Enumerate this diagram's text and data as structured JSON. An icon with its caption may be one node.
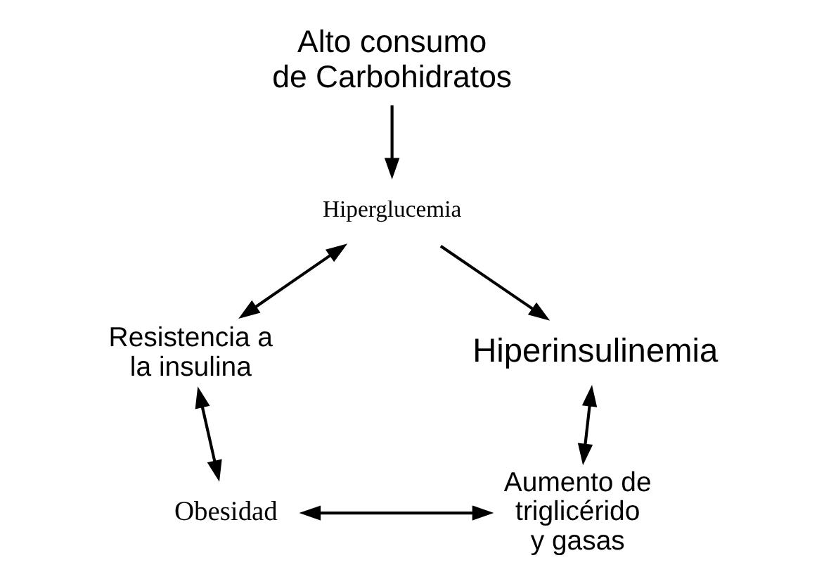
{
  "diagram": {
    "nodes": [
      {
        "text": [
          "Alto consumo de Carbohidratos"
        ]
      },
      {
        "text": [
          "Hiperglucemia"
        ]
      },
      {
        "text": [
          "Resistencia a la insulina"
        ]
      },
      {
        "text": [
          "Hiperinsulinemia"
        ]
      },
      {
        "text": [
          "Obesidad"
        ]
      },
      {
        "text": [
          "Aumento de triglicérido y gasas"
        ]
      }
    ],
    "edges": [
      {
        "from": 0,
        "to": 1,
        "arrow": "to"
      },
      {
        "from": 1,
        "to": 3,
        "arrow": "to"
      },
      {
        "from": 3,
        "to": 5,
        "arrow": "both"
      },
      {
        "from": 4,
        "to": 5,
        "arrow": "both"
      },
      {
        "from": 2,
        "to": 4,
        "arrow": "both"
      },
      {
        "from": 1,
        "to": 2,
        "arrow": "both"
      }
    ]
  }
}
